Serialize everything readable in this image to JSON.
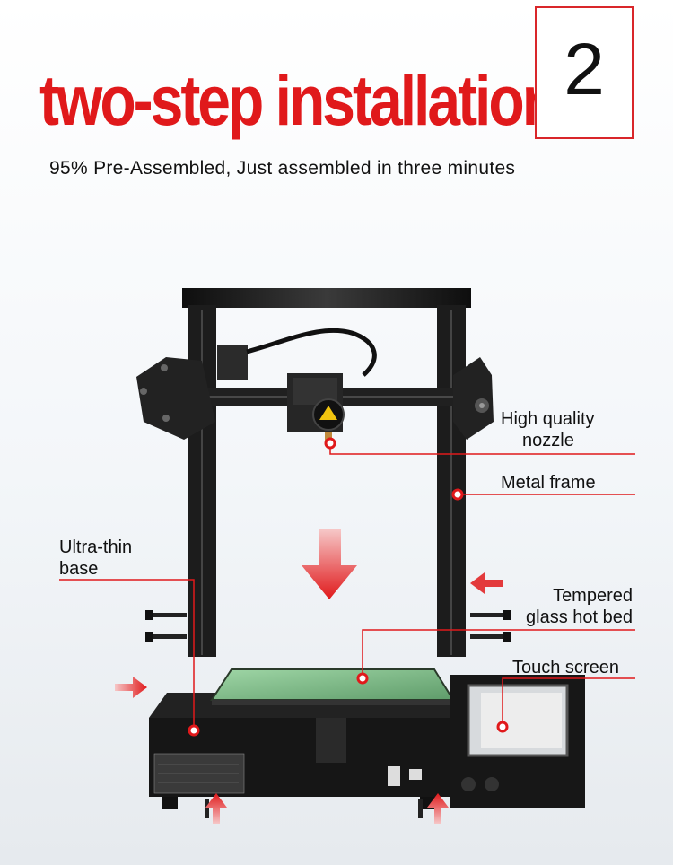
{
  "headline": "two-step installation",
  "step_number": "2",
  "subtitle": "95% Pre-Assembled, Just assembled in three minutes",
  "labels": {
    "nozzle_line1": "High quality",
    "nozzle_line2": "nozzle",
    "metal_frame": "Metal frame",
    "base_line1": "Ultra-thin",
    "base_line2": "base",
    "bed_line1": "Tempered",
    "bed_line2": "glass hot bed",
    "touch_screen": "Touch screen"
  },
  "colors": {
    "accent": "#e0191b",
    "frame": "#1a1a1a"
  }
}
